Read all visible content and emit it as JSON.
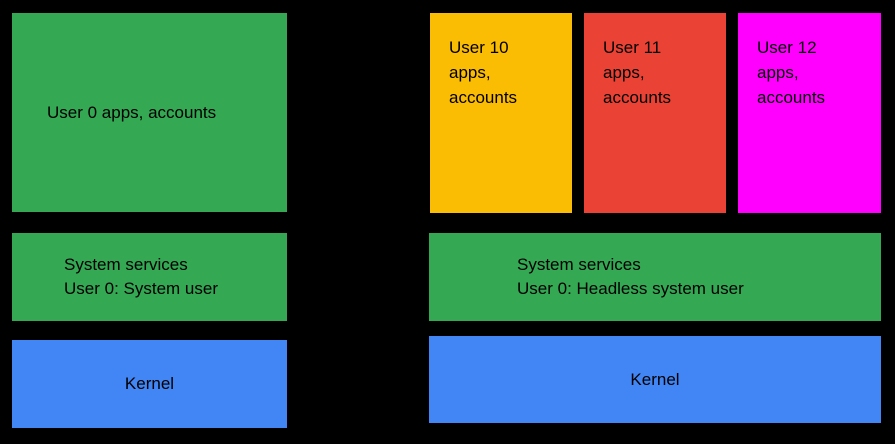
{
  "colors": {
    "background": "#000000",
    "green": "#34A853",
    "blue": "#4285F4",
    "yellow": "#FBBC04",
    "red": "#EA4335",
    "magenta": "#FF00FF",
    "text": "#000000"
  },
  "left_stack": {
    "user_apps_label": "User 0 apps, accounts",
    "system_services": {
      "line1": "System services",
      "line2": "User 0: System user"
    },
    "kernel_label": "Kernel"
  },
  "right_stack": {
    "users": [
      {
        "line1": "User 10",
        "line2": "apps,",
        "line3": "accounts",
        "color": "#FBBC04"
      },
      {
        "line1": "User 11",
        "line2": "apps,",
        "line3": "accounts",
        "color": "#EA4335"
      },
      {
        "line1": "User 12",
        "line2": "apps,",
        "line3": "accounts",
        "color": "#FF00FF"
      }
    ],
    "system_services": {
      "line1": "System services",
      "line2": "User 0: Headless system user"
    },
    "kernel_label": "Kernel"
  }
}
